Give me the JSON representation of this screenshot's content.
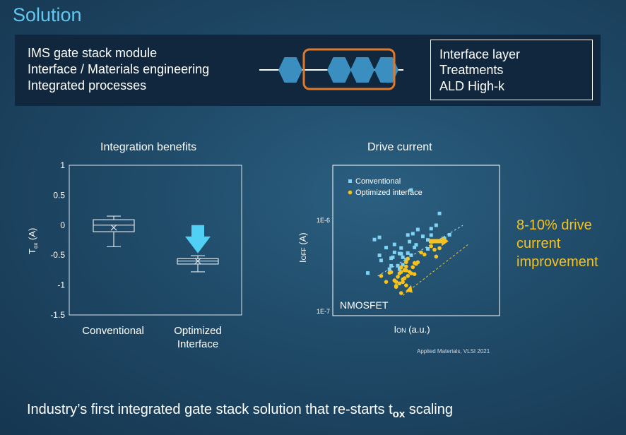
{
  "slide": {
    "title": "Solution",
    "banner": {
      "lines": [
        "IMS gate stack module",
        "Interface / Materials engineering",
        "Integrated processes"
      ],
      "right_box": [
        "Interface layer",
        "Treatments",
        "ALD High-k"
      ],
      "highlight_color": "#e0792a",
      "hexagon_color": "#3a8fc0"
    },
    "improvement_text": [
      "8-10% drive",
      "current",
      "improvement"
    ],
    "improvement_color": "#f7c21c",
    "credit": "Applied Materials, VLSI 2021",
    "footer": {
      "text": "Industry’s first integrated gate stack solution that re-starts t",
      "sub": "ox",
      "after": " scaling"
    }
  },
  "chart_data": [
    {
      "type": "boxplot",
      "title": "Integration benefits",
      "ylabel_main": "T",
      "ylabel_sub": "ox",
      "ylabel_unit": "(A)",
      "ylim": [
        -1.5,
        1
      ],
      "y_ticks": [
        1,
        0.5,
        0,
        -0.5,
        -1,
        -1.5
      ],
      "y_tick_labels": [
        "1",
        "0.5",
        "0",
        "-0.5",
        "-1",
        "-1.5"
      ],
      "categories": [
        "Conventional",
        "Optimized Interface"
      ],
      "category_lines": [
        [
          "Conventional"
        ],
        [
          "Optimized",
          "Interface"
        ]
      ],
      "boxes": [
        {
          "min": -0.36,
          "q1": -0.11,
          "median": 0.0,
          "q3": 0.09,
          "max": 0.15,
          "mean": -0.04
        },
        {
          "min": -0.78,
          "q1": -0.65,
          "median": -0.6,
          "q3": -0.56,
          "max": -0.51,
          "mean": -0.6
        }
      ],
      "annotation": "arrow-down",
      "arrow_color": "#4fd0f4",
      "grid": false
    },
    {
      "type": "scatter",
      "title": "Drive current",
      "xlabel_main": "I",
      "xlabel_sub": "ON",
      "xlabel_unit": " (a.u.)",
      "ylabel_main": "I",
      "ylabel_sub": "OFF",
      "ylabel_unit": " (A)",
      "y_scale": "log",
      "y_ticks": [
        1e-06,
        1e-07
      ],
      "y_tick_labels": [
        "1E-6",
        "1E-7"
      ],
      "inset_label": "NMOSFET",
      "legend_position": "top-left",
      "series": [
        {
          "name": "Conventional",
          "color": "#7fd3f4",
          "marker": "square",
          "points": [
            [
              21,
              2.64e-07
            ],
            [
              25,
              6.15e-07
            ],
            [
              28,
              6.5e-07
            ],
            [
              28,
              4.13e-07
            ],
            [
              29,
              3.63e-07
            ],
            [
              32,
              5.02e-07
            ],
            [
              34,
              2.91e-07
            ],
            [
              35,
              3.84e-07
            ],
            [
              35,
              3.17e-07
            ],
            [
              36,
              3.93e-07
            ],
            [
              37,
              5.44e-07
            ],
            [
              37,
              4.45e-07
            ],
            [
              39,
              3.17e-07
            ],
            [
              40,
              2.91e-07
            ],
            [
              40,
              4.32e-07
            ],
            [
              41,
              4.97e-07
            ],
            [
              41,
              4.3e-07
            ],
            [
              42,
              3.93e-07
            ],
            [
              42,
              3.26e-07
            ],
            [
              44,
              3.7e-07
            ],
            [
              45,
              4.37e-07
            ],
            [
              45,
              6.9e-07
            ],
            [
              46,
              5.84e-07
            ],
            [
              47,
              4.14e-07
            ],
            [
              48,
              7.14e-07
            ],
            [
              49,
              5.04e-07
            ],
            [
              50,
              5.38e-07
            ],
            [
              51,
              7.93e-07
            ],
            [
              54,
              6.67e-07
            ],
            [
              57,
              6.1e-07
            ],
            [
              57,
              4.86e-07
            ],
            [
              59,
              8.1e-07
            ],
            [
              59,
              6.88e-07
            ],
            [
              62,
              8.83e-07
            ],
            [
              64,
              1.19e-06
            ],
            [
              67,
              6.3e-07
            ],
            [
              70,
              6.94e-07
            ],
            [
              47,
              2.15e-06
            ]
          ]
        },
        {
          "name": "Optimized interface",
          "color": "#f7c21c",
          "marker": "circle",
          "points": [
            [
              29,
              2.45e-07
            ],
            [
              32,
              2.11e-07
            ],
            [
              34,
              2.66e-07
            ],
            [
              35,
              2.7e-07
            ],
            [
              37,
              2.19e-07
            ],
            [
              38,
              2.11e-07
            ],
            [
              38,
              1.86e-07
            ],
            [
              38,
              1.91e-07
            ],
            [
              39,
              2.4e-07
            ],
            [
              40,
              2.03e-07
            ],
            [
              40,
              2.62e-07
            ],
            [
              41,
              2.71e-07
            ],
            [
              41,
              3.05e-07
            ],
            [
              42,
              2.25e-07
            ],
            [
              42,
              2.1e-07
            ],
            [
              43,
              2.84e-07
            ],
            [
              43,
              2.31e-07
            ],
            [
              44,
              3.11e-07
            ],
            [
              44,
              2.82e-07
            ],
            [
              44,
              3.48e-07
            ],
            [
              45,
              3.79e-07
            ],
            [
              45,
              2.45e-07
            ],
            [
              46,
              2.72e-07
            ],
            [
              46,
              1.72e-07
            ],
            [
              47,
              2.62e-07
            ],
            [
              48,
              3.06e-07
            ],
            [
              49,
              2.57e-07
            ],
            [
              49,
              3.4e-07
            ],
            [
              50,
              3.33e-07
            ],
            [
              51,
              3.47e-07
            ],
            [
              53,
              4.44e-07
            ],
            [
              55,
              4.22e-07
            ],
            [
              59,
              5.8e-07
            ],
            [
              59,
              5.2e-07
            ],
            [
              61,
              4.76e-07
            ],
            [
              62,
              4e-07
            ],
            [
              64,
              4.95e-07
            ],
            [
              41,
              1.59e-07
            ],
            [
              44,
              1.93e-07
            ]
          ]
        }
      ],
      "arrow_color": "#f7c21c",
      "grid": false
    }
  ]
}
